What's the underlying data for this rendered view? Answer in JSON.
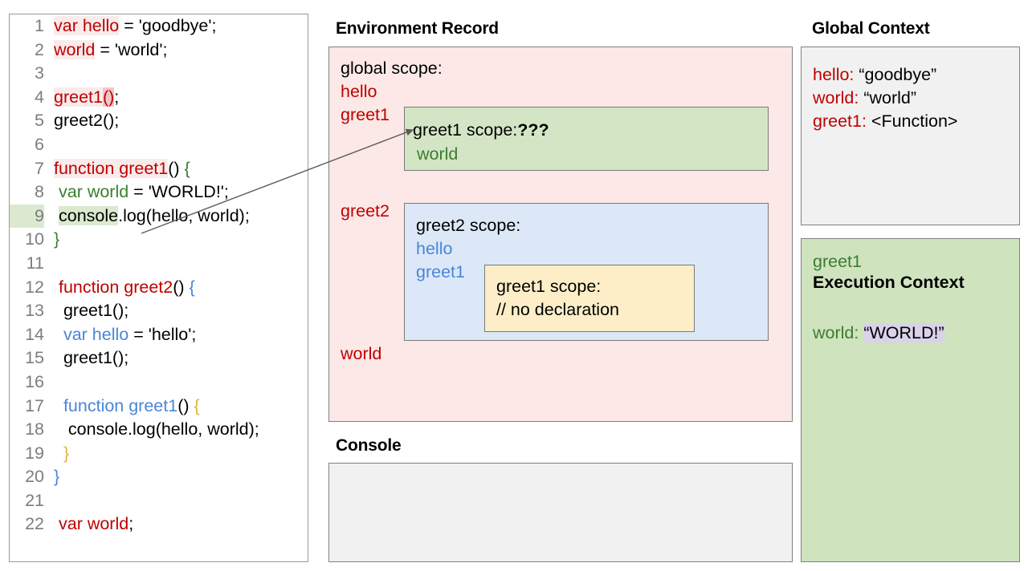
{
  "code_panel": {
    "name": "javascript-source",
    "lines": [
      {
        "n": "1",
        "highlight_gutter": false,
        "tokens": [
          {
            "t": "var hello",
            "c": "red",
            "h": "pink-soft"
          },
          {
            "t": " = 'goodbye';",
            "c": "blk",
            "h": ""
          }
        ]
      },
      {
        "n": "2",
        "highlight_gutter": false,
        "tokens": [
          {
            "t": "world",
            "c": "red",
            "h": "pink-soft"
          },
          {
            "t": " = 'world';",
            "c": "blk",
            "h": ""
          }
        ]
      },
      {
        "n": "3",
        "highlight_gutter": false,
        "tokens": []
      },
      {
        "n": "4",
        "highlight_gutter": false,
        "tokens": [
          {
            "t": "greet1",
            "c": "red",
            "h": "pink-soft"
          },
          {
            "t": "()",
            "c": "red",
            "h": "pink"
          },
          {
            "t": ";",
            "c": "blk",
            "h": ""
          }
        ]
      },
      {
        "n": "5",
        "highlight_gutter": false,
        "tokens": [
          {
            "t": "greet2();",
            "c": "blk",
            "h": ""
          }
        ]
      },
      {
        "n": "6",
        "highlight_gutter": false,
        "tokens": []
      },
      {
        "n": "7",
        "highlight_gutter": false,
        "tokens": [
          {
            "t": "function greet1",
            "c": "red",
            "h": "pink-soft"
          },
          {
            "t": "() ",
            "c": "blk",
            "h": ""
          },
          {
            "t": "{",
            "c": "green",
            "h": ""
          }
        ]
      },
      {
        "n": "8",
        "highlight_gutter": false,
        "tokens": [
          {
            "t": " ",
            "c": "blk",
            "h": ""
          },
          {
            "t": "var world",
            "c": "green",
            "h": ""
          },
          {
            "t": " = 'WORLD!';",
            "c": "blk",
            "h": ""
          }
        ]
      },
      {
        "n": "9",
        "highlight_gutter": true,
        "tokens": [
          {
            "t": " ",
            "c": "blk",
            "h": ""
          },
          {
            "t": "console",
            "c": "blk",
            "h": "green-s"
          },
          {
            "t": ".log(hello, world);",
            "c": "blk",
            "h": ""
          }
        ]
      },
      {
        "n": "10",
        "highlight_gutter": false,
        "tokens": [
          {
            "t": "}",
            "c": "green",
            "h": ""
          }
        ]
      },
      {
        "n": "11",
        "highlight_gutter": false,
        "tokens": []
      },
      {
        "n": "12",
        "highlight_gutter": false,
        "tokens": [
          {
            "t": " ",
            "c": "blk",
            "h": ""
          },
          {
            "t": "function greet2",
            "c": "red",
            "h": ""
          },
          {
            "t": "() ",
            "c": "blk",
            "h": ""
          },
          {
            "t": "{",
            "c": "blue",
            "h": ""
          }
        ]
      },
      {
        "n": "13",
        "highlight_gutter": false,
        "tokens": [
          {
            "t": "  greet1();",
            "c": "blk",
            "h": ""
          }
        ]
      },
      {
        "n": "14",
        "highlight_gutter": false,
        "tokens": [
          {
            "t": "  ",
            "c": "blk",
            "h": ""
          },
          {
            "t": "var hello",
            "c": "blue",
            "h": ""
          },
          {
            "t": " = 'hello';",
            "c": "blk",
            "h": ""
          }
        ]
      },
      {
        "n": "15",
        "highlight_gutter": false,
        "tokens": [
          {
            "t": "  greet1();",
            "c": "blk",
            "h": ""
          }
        ]
      },
      {
        "n": "16",
        "highlight_gutter": false,
        "tokens": []
      },
      {
        "n": "17",
        "highlight_gutter": false,
        "tokens": [
          {
            "t": "  ",
            "c": "blk",
            "h": ""
          },
          {
            "t": "function greet1",
            "c": "blue",
            "h": ""
          },
          {
            "t": "() ",
            "c": "blk",
            "h": ""
          },
          {
            "t": "{",
            "c": "gold",
            "h": ""
          }
        ]
      },
      {
        "n": "18",
        "highlight_gutter": false,
        "tokens": [
          {
            "t": "   console.log(hello, world);",
            "c": "blk",
            "h": ""
          }
        ]
      },
      {
        "n": "19",
        "highlight_gutter": false,
        "tokens": [
          {
            "t": "  ",
            "c": "blk",
            "h": ""
          },
          {
            "t": "}",
            "c": "gold",
            "h": ""
          }
        ]
      },
      {
        "n": "20",
        "highlight_gutter": false,
        "tokens": [
          {
            "t": "}",
            "c": "blue",
            "h": ""
          }
        ]
      },
      {
        "n": "21",
        "highlight_gutter": false,
        "tokens": []
      },
      {
        "n": "22",
        "highlight_gutter": false,
        "tokens": [
          {
            "t": " ",
            "c": "blk",
            "h": ""
          },
          {
            "t": "var world",
            "c": "red",
            "h": ""
          },
          {
            "t": ";",
            "c": "blk",
            "h": ""
          }
        ]
      }
    ]
  },
  "environment_record": {
    "title": "Environment Record",
    "global_scope_label": "global scope:",
    "global_vars_top": [
      "hello",
      "greet1"
    ],
    "global_var_greet2": "greet2",
    "global_var_world": "world",
    "greet1_scope": {
      "heading_plain": "greet1 scope:",
      "heading_bold": "???",
      "vars": [
        "world"
      ]
    },
    "greet2_scope": {
      "heading": "greet2 scope:",
      "vars": [
        "hello",
        "greet1"
      ],
      "inner_greet1_scope": {
        "heading": "greet1 scope:",
        "note": "// no declaration"
      }
    }
  },
  "console": {
    "title": "Console",
    "output": ""
  },
  "global_context": {
    "title": "Global Context",
    "entries": [
      {
        "key": "hello:",
        "value": " “goodbye”"
      },
      {
        "key": "world:",
        "value": " “world”"
      },
      {
        "key": "greet1:",
        "value": " <Function>"
      }
    ]
  },
  "execution_context": {
    "function_name": "greet1",
    "title": "Execution Context",
    "entry_key": "world:",
    "entry_value": "“WORLD!”"
  },
  "colors": {
    "env_record_bg": "#fce8e6",
    "greet1_scope_bg": "#d3e5c5",
    "greet2_scope_bg": "#dce8f8",
    "inner_scope_bg": "#fdeec8",
    "console_bg": "#f1f1f1",
    "global_context_bg": "#f1f1f1",
    "execution_context_bg": "#cfe3bf",
    "red_token": "#c00000",
    "green_token": "#3c7d2e",
    "blue_token": "#4a86d8",
    "gold_token": "#e3b23c",
    "value_highlight": "#d9d2e9"
  }
}
